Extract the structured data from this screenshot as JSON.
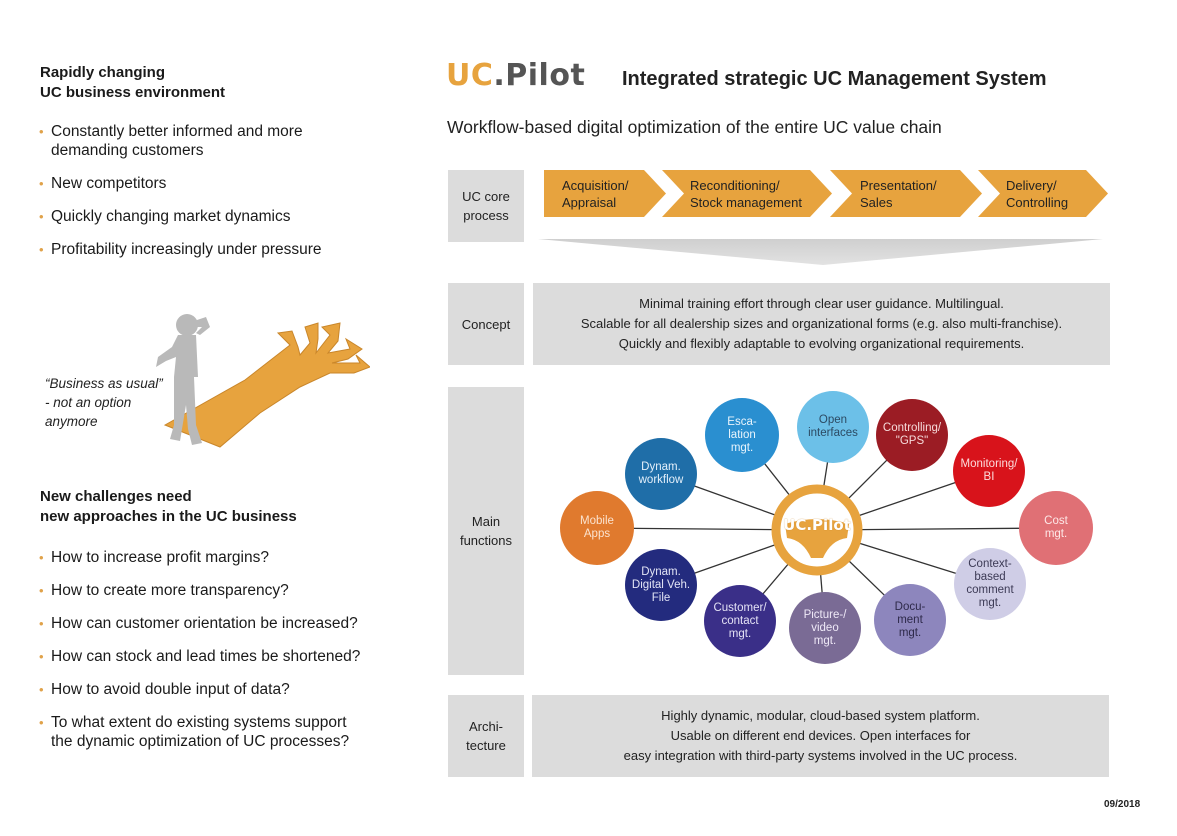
{
  "left": {
    "section1": {
      "heading_line1": "Rapidly changing",
      "heading_line2": "UC business environment",
      "bullets": [
        {
          "line1": "Constantly better informed and more",
          "line2": "demanding customers"
        },
        {
          "line1": "New competitors"
        },
        {
          "line1": "Quickly changing market dynamics"
        },
        {
          "line1": "Profitability increasingly under pressure"
        }
      ]
    },
    "quote": {
      "line1": "“Business as usual”",
      "line2": "- not an option",
      "line3": "anymore"
    },
    "section2": {
      "heading_line1": "New challenges need",
      "heading_line2": "new approaches in the UC business",
      "bullets": [
        {
          "line1": "How to increase profit margins?"
        },
        {
          "line1": "How to create more transparency?"
        },
        {
          "line1": "How can customer orientation be increased?"
        },
        {
          "line1": "How can stock and lead times be shortened?"
        },
        {
          "line1": "How to avoid double input of data?"
        },
        {
          "line1": "To what extent do existing systems support",
          "line2": "the dynamic optimization of UC processes?"
        }
      ]
    },
    "bullet_char": "•"
  },
  "header": {
    "logo_uc": "UC",
    "logo_pilot": ".Pilot",
    "title": "Integrated strategic UC Management System",
    "subtitle": "Workflow-based digital optimization of the entire UC value chain"
  },
  "rows": {
    "core_process": {
      "label_line1": "UC core",
      "label_line2": "process",
      "steps": [
        {
          "line1": "Acquisition/",
          "line2": "Appraisal"
        },
        {
          "line1": "Reconditioning/",
          "line2": "Stock management"
        },
        {
          "line1": "Presentation/",
          "line2": "Sales"
        },
        {
          "line1": "Delivery/",
          "line2": "Controlling"
        }
      ]
    },
    "concept": {
      "label": "Concept",
      "lines": [
        "Minimal training effort through clear user guidance. Multilingual.",
        "Scalable for all dealership sizes and organizational forms (e.g. also multi-franchise).",
        "Quickly and flexibly adaptable to evolving organizational requirements."
      ]
    },
    "main_functions": {
      "label_line1": "Main",
      "label_line2": "functions",
      "hub_label": "UC.Pilot",
      "nodes": [
        {
          "id": "mobile",
          "lines": [
            "Mobile",
            "Apps"
          ],
          "color": "#e07a2e",
          "text": "#fbe3cf"
        },
        {
          "id": "workflow",
          "lines": [
            "Dynam.",
            "workflow"
          ],
          "color": "#1f6ea8",
          "text": "#e3effa"
        },
        {
          "id": "escalation",
          "lines": [
            "Esca-",
            "lation",
            "mgt."
          ],
          "color": "#2a8fd0",
          "text": "#e8f4fc"
        },
        {
          "id": "interfaces",
          "lines": [
            "Open",
            "interfaces"
          ],
          "color": "#6cc0e8",
          "text": "#2c4a63"
        },
        {
          "id": "controlling",
          "lines": [
            "Controlling/",
            "\"GPS\""
          ],
          "color": "#9b1c24",
          "text": "#f6dada"
        },
        {
          "id": "monitoring",
          "lines": [
            "Monitoring/",
            "BI"
          ],
          "color": "#d8131b",
          "text": "#fcdcdc"
        },
        {
          "id": "cost",
          "lines": [
            "Cost",
            "mgt."
          ],
          "color": "#e07075",
          "text": "#fde8e8"
        },
        {
          "id": "comment",
          "lines": [
            "Context-",
            "based",
            "comment",
            "mgt."
          ],
          "color": "#cfcde6",
          "text": "#3c3a55"
        },
        {
          "id": "document",
          "lines": [
            "Docu-",
            "ment",
            "mgt."
          ],
          "color": "#8d86bd",
          "text": "#2e2a4a"
        },
        {
          "id": "picture",
          "lines": [
            "Picture-/",
            "video",
            "mgt."
          ],
          "color": "#7a6b95",
          "text": "#efe9f7"
        },
        {
          "id": "customer",
          "lines": [
            "Customer/",
            "contact",
            "mgt."
          ],
          "color": "#3a2f88",
          "text": "#e4e2f5"
        },
        {
          "id": "dvf",
          "lines": [
            "Dynam.",
            "Digital Veh.",
            "File"
          ],
          "color": "#232b7e",
          "text": "#e2e4f5"
        }
      ]
    },
    "architecture": {
      "label_line1": "Archi-",
      "label_line2": "tecture",
      "lines": [
        "Highly dynamic, modular, cloud-based system platform.",
        "Usable on different end devices. Open interfaces for",
        "easy integration with third-party systems involved in the UC process."
      ]
    }
  },
  "footer": {
    "date": "09/2018"
  },
  "colors": {
    "accent": "#e7a33e",
    "label_bg": "#dcdcdc",
    "logo_gray": "#555555"
  }
}
